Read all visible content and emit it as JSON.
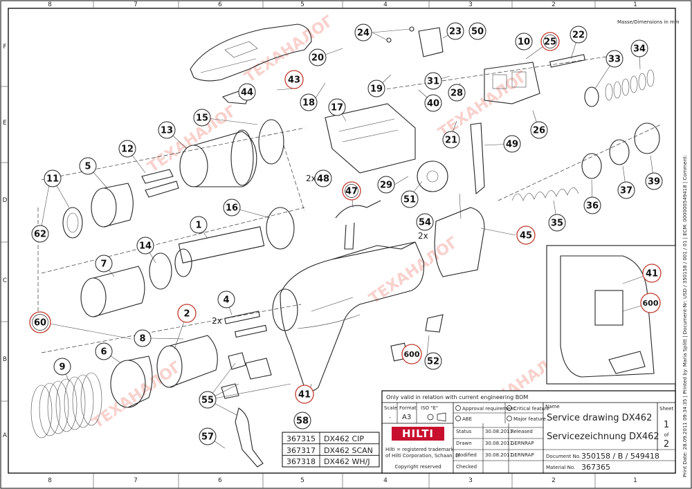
{
  "sheet": {
    "units_note": "Masse/Dimensions in mm",
    "zones_top": [
      "8",
      "7",
      "6",
      "5",
      "4",
      "3",
      "2",
      "1"
    ],
    "zones_side": [
      "F",
      "E",
      "D",
      "C",
      "B",
      "A"
    ]
  },
  "callouts": [
    "1",
    "2",
    "4",
    "5",
    "6",
    "7",
    "8",
    "9",
    "10",
    "11",
    "12",
    "13",
    "14",
    "15",
    "16",
    "17",
    "18",
    "19",
    "20",
    "21",
    "22",
    "23",
    "24",
    "25",
    "26",
    "28",
    "29",
    "31",
    "33",
    "34",
    "35",
    "36",
    "37",
    "39",
    "40",
    "41",
    "43",
    "44",
    "45",
    "47",
    "48",
    "49",
    "50",
    "51",
    "52",
    "54",
    "55",
    "57",
    "58",
    "60",
    "62",
    "600"
  ],
  "multipliers": {
    "m48": "2x",
    "m4": "2x",
    "m45": "2x"
  },
  "detail_box": {
    "c1": "41",
    "c2": "600"
  },
  "variants": {
    "header": "58",
    "rows": [
      {
        "part": "367315",
        "name": "DX462 CIP"
      },
      {
        "part": "367317",
        "name": "DX462 SCAN"
      },
      {
        "part": "367318",
        "name": "DX462 WH/J"
      }
    ]
  },
  "title_block": {
    "validity": "Only valid in relation with current engineering BOM",
    "scale_label": "Scale",
    "scale_value": "-",
    "format_label": "Format",
    "format_value": "A3",
    "iso_label": "ISO \"E\"",
    "approval": "Approval requirement",
    "abe": "ABE",
    "critical": "Critical feature",
    "major": "Major feature",
    "name_label": "Name",
    "title_en": "Service drawing DX462",
    "title_de": "Servicezeichnung DX462",
    "sheet_label": "Sheet",
    "sheet_no": "1",
    "of": "of",
    "sheet_total": "2",
    "brand": "HILTI",
    "trademark1": "Hilti = registered trademark",
    "trademark2": "of Hilti Corporation, Schaan, LI",
    "copyright": "Copyright reserved",
    "rows": [
      {
        "label": "Status",
        "date": "30.08.2011",
        "who": "Released"
      },
      {
        "label": "Drawn",
        "date": "30.08.2011",
        "who": "GERNRAP"
      },
      {
        "label": "Modified",
        "date": "30.08.2011",
        "who": "GERNRAP"
      },
      {
        "label": "Checked",
        "date": "",
        "who": ""
      }
    ],
    "doc_label": "Document No.",
    "doc_no": "350158 / B / 549418",
    "mat_label": "Material No.",
    "mat_no": "367365"
  },
  "side_strip": "Print Date: 28.09.2011 09:34:35 | Printed by: Maria Splitt | Document-Nr: USD / 350158 / 001 / 01 | ECM: 000000549418 | Comment:",
  "watermark": {
    "text": "ТЕХАНАЛОГ",
    "color": "#e74c3c"
  }
}
